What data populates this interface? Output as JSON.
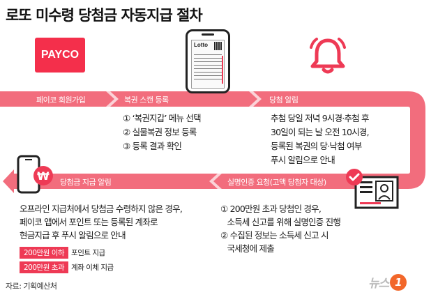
{
  "title": "로또 미수령 당첨금 자동지급 절차",
  "colors": {
    "accent": "#ee3a55",
    "band": "#f26d7d",
    "band_light": "#fbd3d8"
  },
  "steps": {
    "payco_signup": {
      "label": "페이코 회원가입",
      "logo_text": "PAYCO"
    },
    "ticket_scan": {
      "label": "복권 스캔 등록",
      "items": [
        "① ‘복권지갑’ 메뉴 선택",
        "② 실물복권 정보 등록",
        "③ 등록 결과 확인"
      ],
      "phone_text": "Lotto"
    },
    "win_notice": {
      "label": "당첨 알림",
      "lines": [
        "추첨 당일 저녁 9시경·추첨 후",
        "30일이 되는 날 오전 10시경,",
        "등록된 복권의 당·낙첨 여부",
        "푸시 알림으로 안내"
      ]
    },
    "identity_verification": {
      "label": "실명인증 요청(고액 당첨자 대상)",
      "lines": [
        "① 200만원 초과 당첨인 경우,",
        "   소득세 신고를 위해 실명인증 진행",
        "② 수집된 정보는 소득세 신고 시",
        "   국세청에 제출"
      ]
    },
    "payout_notice": {
      "label": "당첨금 지급 알림",
      "lines": [
        "오프라인 지급처에서 당첨금 수령하지 않은 경우,",
        "페이코 앱에서 포인트 또는 등록된 계좌로",
        "현금지급 후 푸시 알림으로 안내"
      ],
      "tiers": [
        {
          "badge": "200만원 이하",
          "desc": "포인트 지급"
        },
        {
          "badge": "200만원 초과",
          "desc": "계좌 이체 지급"
        }
      ],
      "won_symbol": "₩"
    }
  },
  "source": "자료: 기획예산처",
  "brand": {
    "text": "뉴스",
    "number": "1"
  }
}
